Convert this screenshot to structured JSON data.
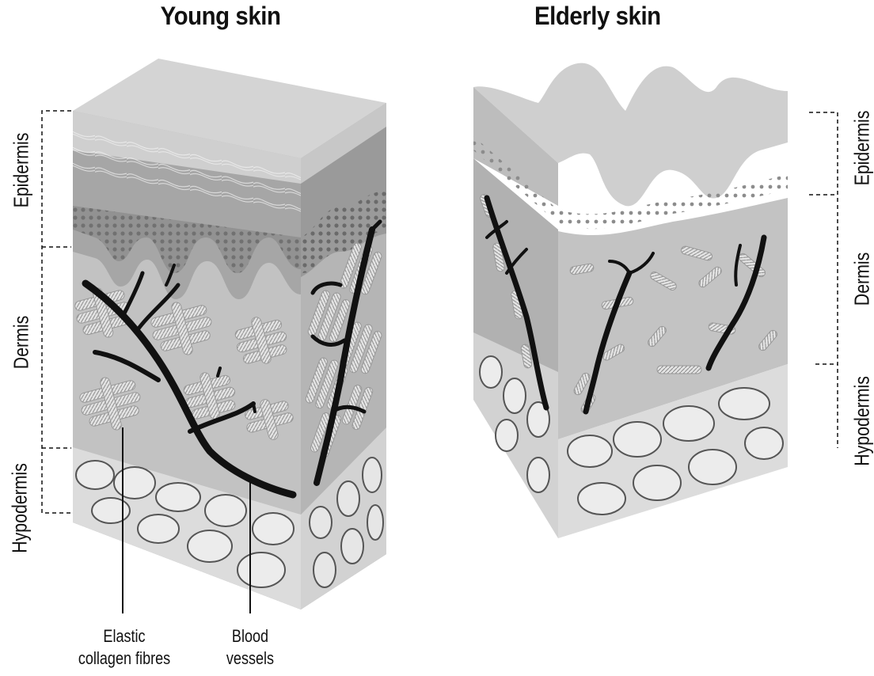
{
  "titles": {
    "young": "Young skin",
    "elderly": "Elderly skin"
  },
  "layers": {
    "epidermis": "Epidermis",
    "dermis": "Dermis",
    "hypodermis": "Hypodermis"
  },
  "callouts": {
    "fibres_line1": "Elastic",
    "fibres_line2": "collagen fibres",
    "vessels_line1": "Blood",
    "vessels_line2": "vessels"
  },
  "colors": {
    "top_light": "#d6d6d6",
    "epidermis": "#a9a9a9",
    "dot_band": "#777777",
    "dermis": "#c4c4c4",
    "dermis_side": "#b4b4b4",
    "hypodermis": "#dedede",
    "fat_cell": "#e9e9e9",
    "vessel": "#111111"
  }
}
